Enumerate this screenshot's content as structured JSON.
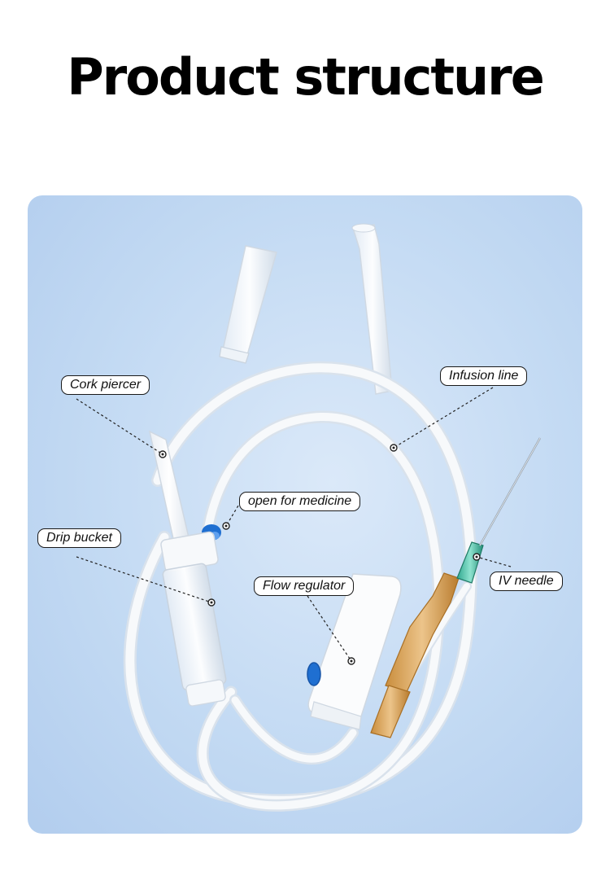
{
  "title": "Product structure",
  "labels": {
    "cork_piercer": "Cork piercer",
    "infusion_line": "Infusion line",
    "open_for_medicine": "open for medicine",
    "drip_bucket": "Drip bucket",
    "flow_regulator": "Flow regulator",
    "iv_needle": "IV needle"
  },
  "colors": {
    "panel_background": "#c3daf3",
    "tubing": "#f4f6f8",
    "needle_hub": "#3fbfa5",
    "connector": "#d9a85e",
    "regulator_wheel": "#1f6fd1",
    "label_border": "#1a1a1a"
  }
}
